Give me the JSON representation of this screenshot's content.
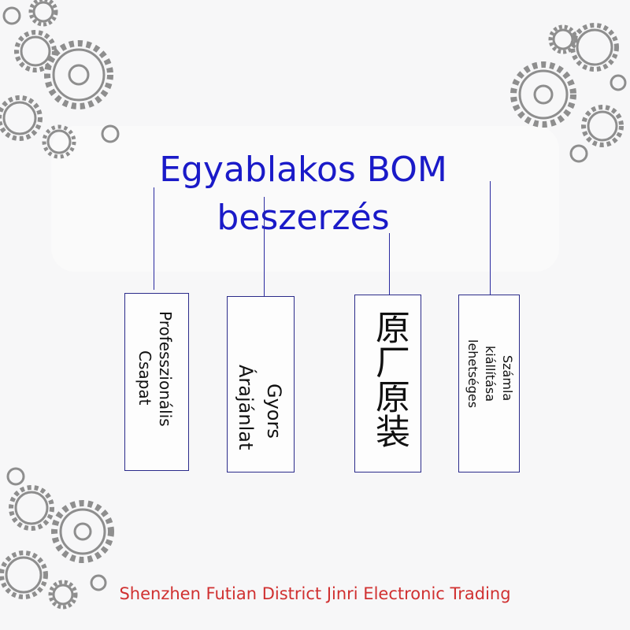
{
  "title": {
    "line1": "Egyablakos BOM",
    "line2": "beszerzés"
  },
  "boxes": [
    {
      "lines": [
        "Professzionális",
        "Csapat"
      ]
    },
    {
      "lines": [
        "Gyors",
        "Árajánlat"
      ]
    },
    {
      "lines": [
        "原厂原装"
      ]
    },
    {
      "lines": [
        "Számla",
        "kiállítása",
        "lehetséges"
      ]
    }
  ],
  "footer": "Shenzhen Futian District Jinri Electronic Trading",
  "colors": {
    "title": "#1a1ac8",
    "footer": "#d03030",
    "box_border": "#2b2b8a",
    "gear": "#9a9a9a"
  }
}
